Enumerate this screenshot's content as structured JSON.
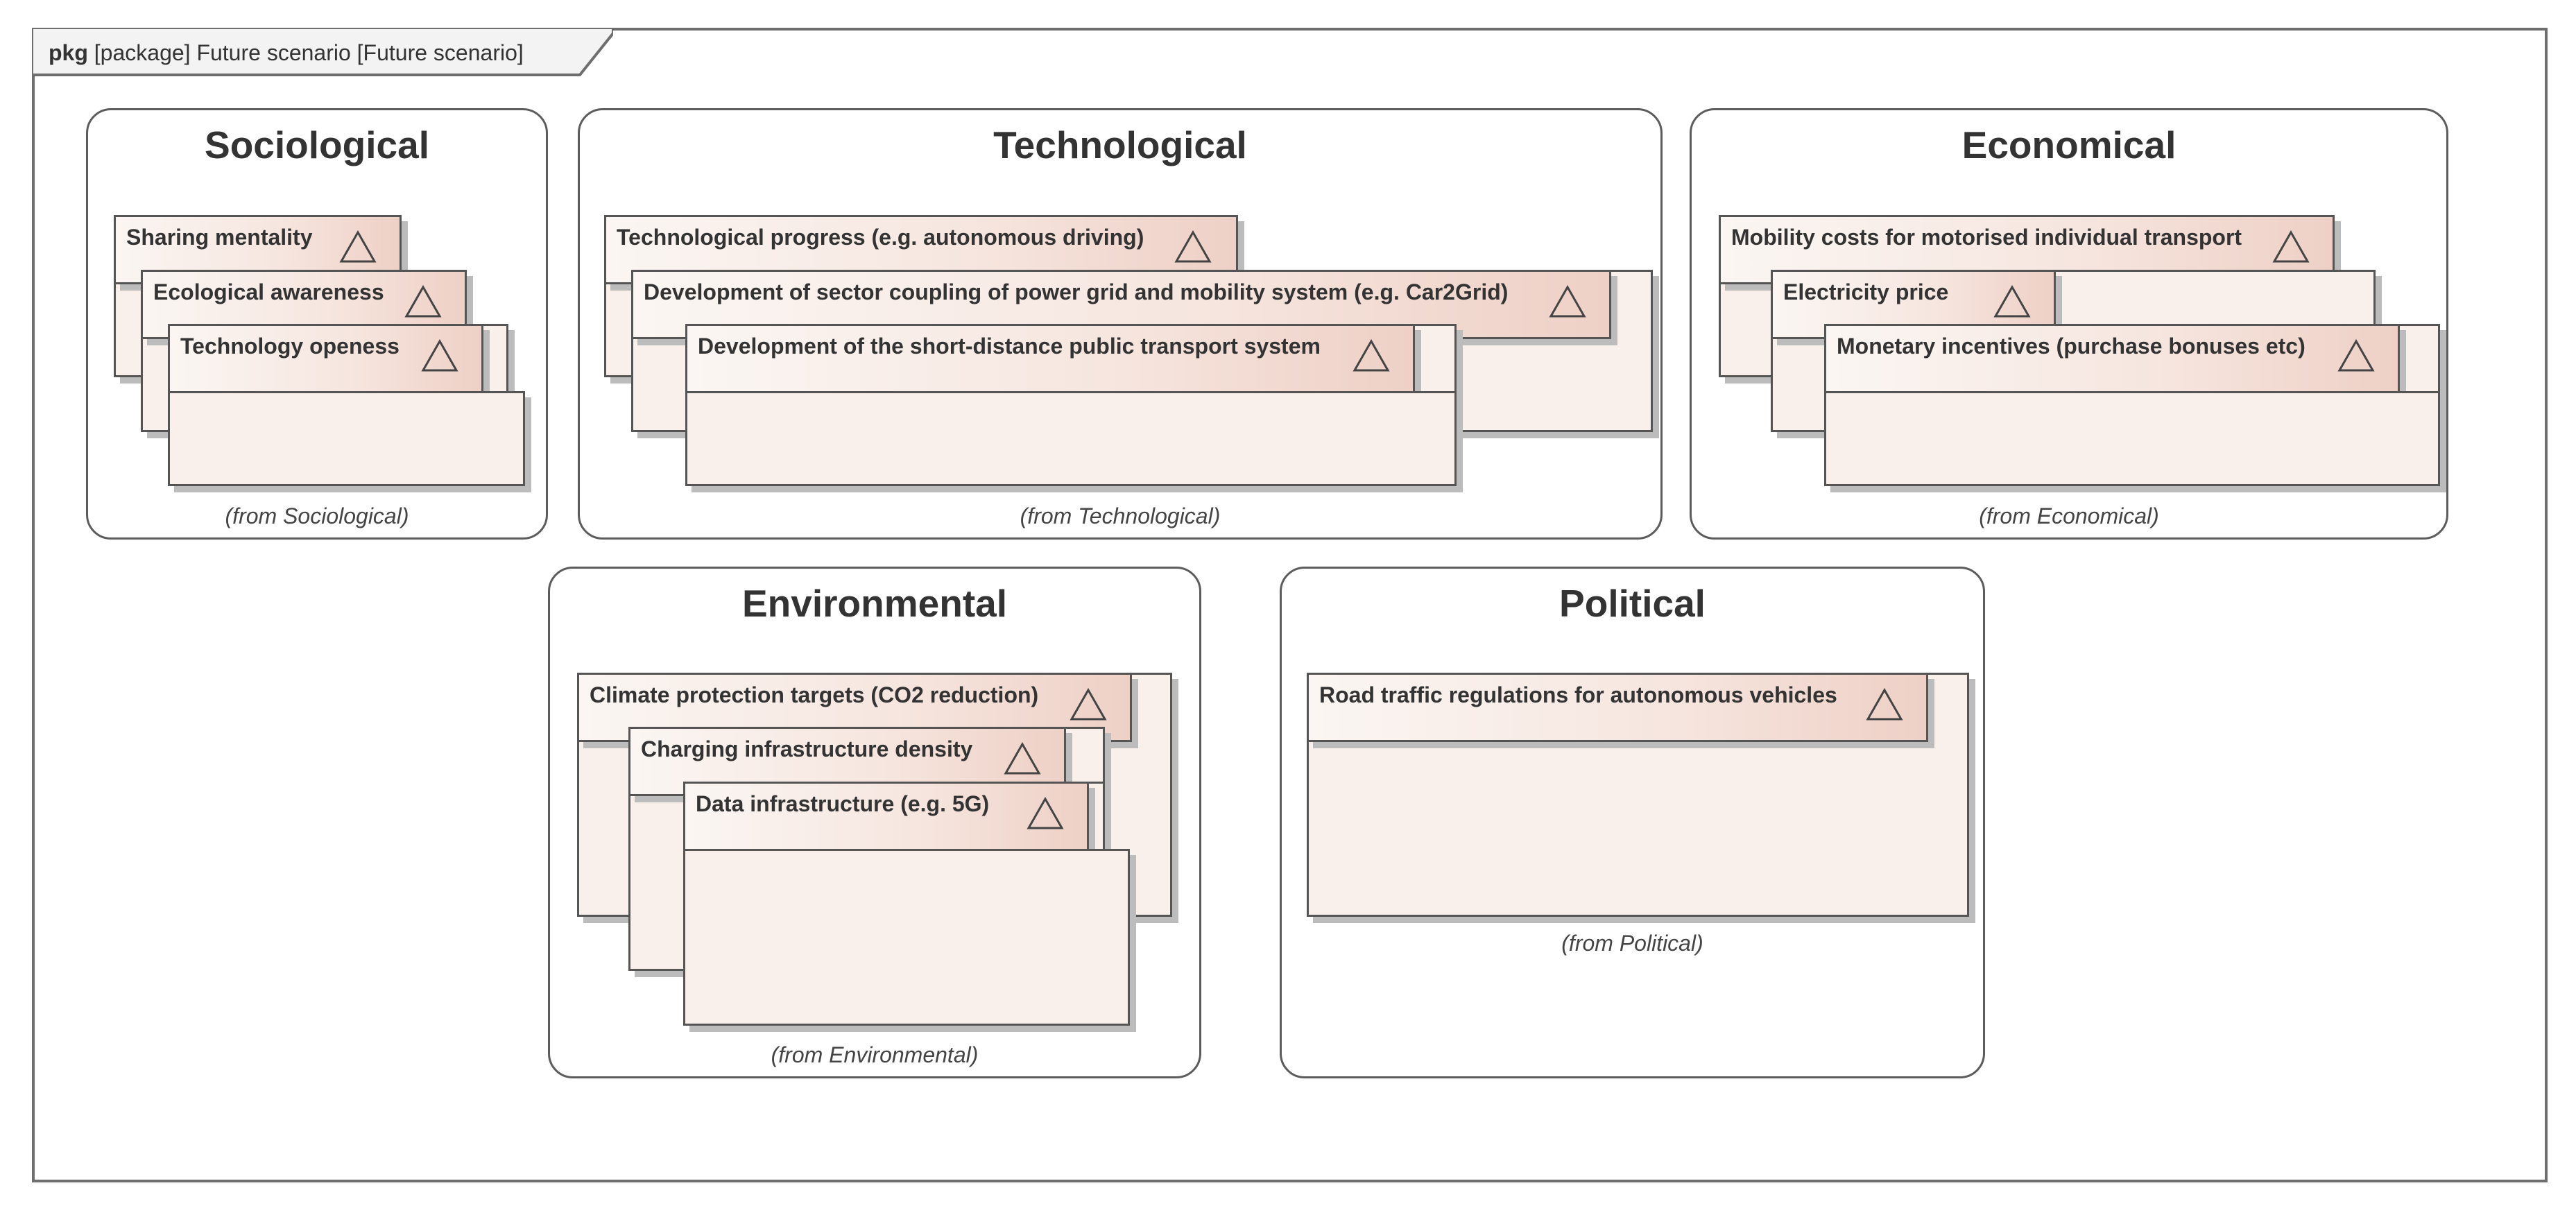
{
  "frame": {
    "kind": "pkg",
    "title": "[package] Future scenario [Future scenario]"
  },
  "packages": [
    {
      "id": "sociological",
      "title": "Sociological",
      "from": "(from Sociological)",
      "requirements": [
        "Sharing mentality",
        "Ecological awareness",
        "Technology openess"
      ]
    },
    {
      "id": "technological",
      "title": "Technological",
      "from": "(from Technological)",
      "requirements": [
        "Technological progress (e.g. autonomous driving)",
        "Development of sector coupling of power grid and mobility system (e.g. Car2Grid)",
        "Development of the short-distance public transport system"
      ]
    },
    {
      "id": "economical",
      "title": "Economical",
      "from": "(from Economical)",
      "requirements": [
        "Mobility costs for motorised individual transport",
        "Electricity price",
        "Monetary incentives (purchase bonuses etc)"
      ]
    },
    {
      "id": "environmental",
      "title": "Environmental",
      "from": "(from Environmental)",
      "requirements": [
        "Climate protection targets (CO2 reduction)",
        "Charging infrastructure density",
        "Data infrastructure (e.g. 5G)"
      ]
    },
    {
      "id": "political",
      "title": "Political",
      "from": "(from Political)",
      "requirements": [
        "Road traffic regulations for autonomous vehicles"
      ]
    }
  ],
  "icons": {
    "requirement": "triangle-icon"
  },
  "colors": {
    "element_fill": "#f9f0ec",
    "element_gradient_end": "#eed0c6",
    "border": "#555555"
  }
}
